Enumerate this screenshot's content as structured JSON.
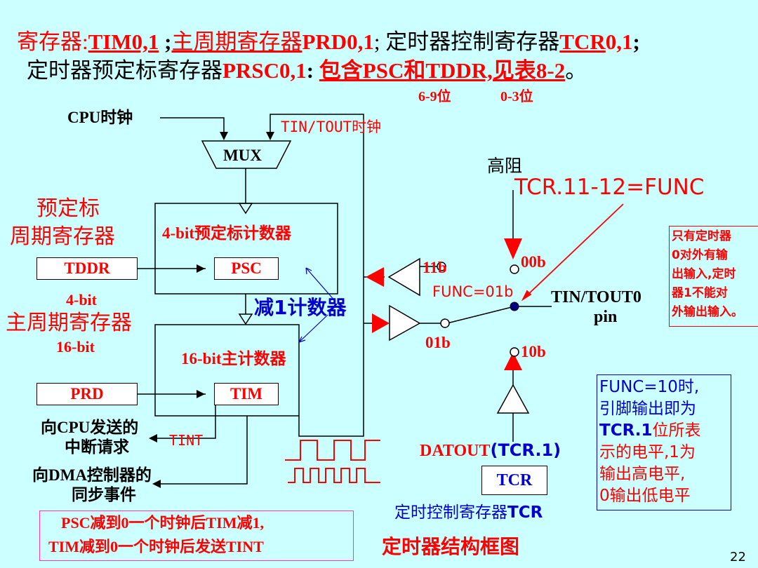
{
  "title": {
    "line1": {
      "p1": "寄存器:",
      "p2": "TIM0,1",
      "p3": " ;",
      "p4": "主周期寄存器",
      "p5": "PRD0,1",
      "p6": "; 定时器控制寄存器",
      "p7": "TCR",
      "p8": "0,1",
      "p9": ";"
    },
    "line2": {
      "p1": "定时器预定标寄存器",
      "p2": "PRSC0,1",
      "p3": ": ",
      "p4": "包含PSC和TDDR,见表8-2",
      "p5": "。"
    },
    "bits_psc": "6-9位",
    "bits_tddr": "0-3位"
  },
  "labels": {
    "cpu_clock": "CPU时钟",
    "tin_tout_clock": "TIN/TOUT时钟",
    "mux": "MUX",
    "prescale_period_reg_1": "预定标",
    "prescale_period_reg_2": "周期寄存器",
    "prescale_counter": "4-bit预定标计数器",
    "tddr": "TDDR",
    "tddr_bits": "4-bit",
    "psc": "PSC",
    "decrement_counter": "减1计数器",
    "main_period_reg": "主周期寄存器",
    "prd_bits": "16-bit",
    "main_counter": "16-bit主计数器",
    "prd": "PRD",
    "tim": "TIM",
    "int_to_cpu_1": "向CPU发送的",
    "int_to_cpu_2": "中断请求",
    "tint": "TINT",
    "dma_event_1": "向DMA控制器的",
    "dma_event_2": "同步事件",
    "note_box_1": "PSC减到0一个时钟后TIM减1,",
    "note_box_2": "TIM减到0一个时钟后发送TINT",
    "high_z": "高阻",
    "func_bits": "TCR.11-12=FUNC",
    "func_01": "FUNC=01b",
    "sw_11": "11b",
    "sw_00": "00b",
    "sw_01": "01b",
    "sw_10": "10b",
    "pin_1": "TIN/TOUT0",
    "pin_2": "pin",
    "only_t0_1": "只有定时器",
    "only_t0_2": "0对外有输",
    "only_t0_3": "出输入,定时",
    "only_t0_4": "器1不能对",
    "only_t0_5": "外输出输入。",
    "datout_a": "DATOUT",
    "datout_b": "(TCR.1)",
    "tcr": "TCR",
    "tcr_caption": "定时控制寄存器",
    "tcr_caption_b": "TCR",
    "func10_1": "FUNC=10时,",
    "func10_2": "引脚输出即为",
    "func10_3a": "TCR.1",
    "func10_3b": "位所表",
    "func10_4": "示的电平,1为",
    "func10_5": "输出高电平,",
    "func10_6": "0输出低电平",
    "figure_caption": "定时器结构框图",
    "page_number": "22"
  },
  "colors": {
    "background": "#ccffff",
    "red": "#ff0000",
    "blue": "#0000cc",
    "dark_blue": "#000080"
  }
}
